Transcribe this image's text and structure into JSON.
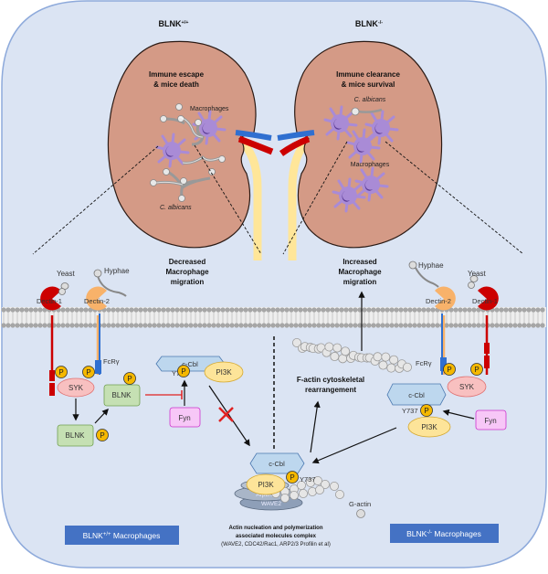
{
  "panels": {
    "left": {
      "genotype": "BLNK",
      "genotype_sup": "+/+",
      "kidney_caption_line1": "Immune escape",
      "kidney_caption_line2": "& mice death",
      "macrophages_label": "Macrophages",
      "pathogen_label": "C. albicans",
      "migration_line1": "Decreased",
      "migration_line2": "Macrophage",
      "migration_line3": "migration",
      "badge_prefix": "BLNK",
      "badge_sup": "+/+",
      "badge_suffix": " Macrophages"
    },
    "right": {
      "genotype": "BLNK",
      "genotype_sup": "-/-",
      "kidney_caption_line1": "Immune clearance",
      "kidney_caption_line2": "& mice survival",
      "macrophages_label": "Macrophages",
      "pathogen_label": "C. albicans",
      "migration_line1": "Increased",
      "migration_line2": "Macrophage",
      "migration_line3": "migration",
      "badge_prefix": "BLNK",
      "badge_sup": "-/-",
      "badge_suffix": " Macrophages"
    }
  },
  "receptors": {
    "yeast": "Yeast",
    "hyphae": "Hyphae",
    "dectin1": "Dectin-1",
    "dectin2": "Dectin-2",
    "fcr": "FcRγ"
  },
  "signaling": {
    "syk": "SYK",
    "blnk": "BLNK",
    "phospho": "P",
    "ccbl": "c-Cbl",
    "y737": "Y737",
    "pi3k": "PI3K",
    "fyn": "Fyn"
  },
  "center": {
    "factin_line1": "F-actin cytoskeletal",
    "factin_line2": "rearrangement",
    "gactin": "G-actin",
    "arp": "Arp2/3",
    "wave": "WAVE2",
    "complex_line1": "Actin nucleation and polymerization",
    "complex_line2": "associated molecules complex",
    "complex_line3": "(WAVE2, CDC42/Rac1, ARP2/3 Profilin et al)"
  },
  "colors": {
    "background": "#dbe4f3",
    "border": "#8eaadb",
    "kidney": "#d49a86",
    "kidney_edge": "#2b1a14",
    "macrophage": "#a98bd6",
    "nucleus": "#5b3d96",
    "dectin1": "#cc0000",
    "dectin2": "#f8b26a",
    "fcr": "#2f6fd0",
    "syk": "#f8c0c0",
    "blnk": "#c5e0b3",
    "ccbl": "#bdd7ee",
    "pi3k": "#fde499",
    "phospho": "#f5b800",
    "fyn": "#f7c7f7",
    "fyn_edge": "#cc33cc",
    "badge": "#4472c4",
    "inhibit": "#e02020",
    "membrane": "#a6a6a6"
  }
}
